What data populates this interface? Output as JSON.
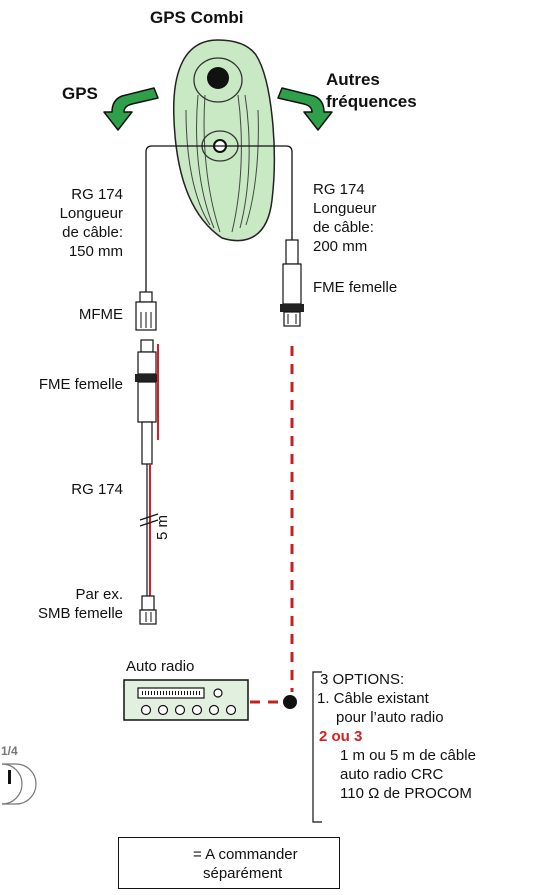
{
  "title": "GPS Combi",
  "left_arrow_label": "GPS",
  "right_arrow_label": [
    "Autres",
    "fréquences"
  ],
  "left_cable": [
    "RG 174",
    "Longueur",
    "de câble:",
    "150 mm"
  ],
  "right_cable": [
    "RG 174",
    "Longueur",
    "de câble:",
    "200 mm"
  ],
  "fme_right": "FME femelle",
  "mfme": "MFME",
  "fme_left": "FME femelle",
  "rg174_lower": "RG 174",
  "length_5m": "5 m",
  "smb": [
    "Par ex.",
    "SMB femelle"
  ],
  "auto_radio": "Auto radio",
  "options": {
    "heading": "3 OPTIONS:",
    "opt1_line1": "1. Câble existant",
    "opt1_line2": "pour l’auto radio",
    "opt23": "2 ou 3",
    "opt23_lines": [
      "1 m ou 5 m de câble",
      "auto radio CRC",
      "110 Ω de PROCOM"
    ]
  },
  "side_mark": "1/4",
  "legend": [
    "= A commander",
    "séparément"
  ],
  "colors": {
    "red_cable": "#d42020",
    "antenna_fill": "#c9e8c4",
    "arrow_green": "#2fa04a",
    "radio_fill": "#e2f1df"
  }
}
